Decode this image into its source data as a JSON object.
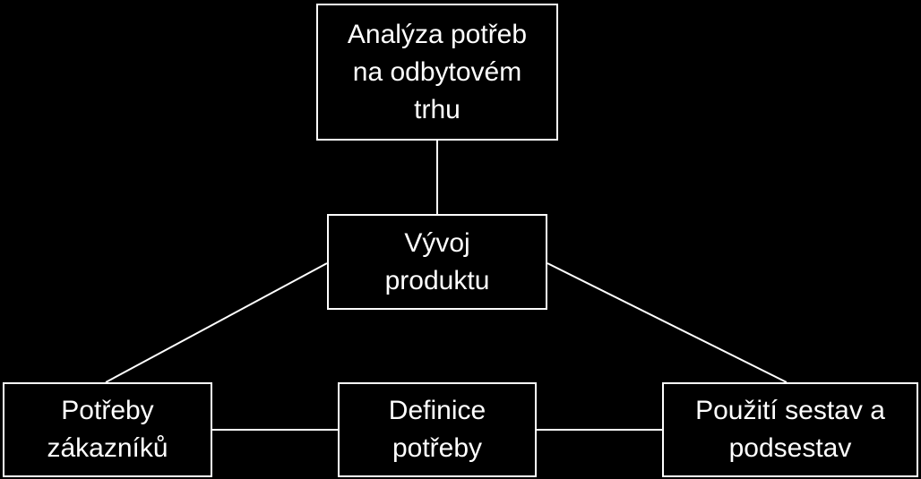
{
  "diagram": {
    "colors": {
      "background": "#000000",
      "stroke": "#ffffff",
      "text": "#ffffff"
    },
    "nodes": {
      "market_analysis": "Analýza potřeb\nna odbytovém\ntrhu",
      "product_development": "Vývoj\nproduktu",
      "customer_needs": "Potřeby\nzákazníků",
      "need_definition": "Definice\npotřeby",
      "assembly_usage": "Použití sestav a\npodsestav"
    }
  }
}
